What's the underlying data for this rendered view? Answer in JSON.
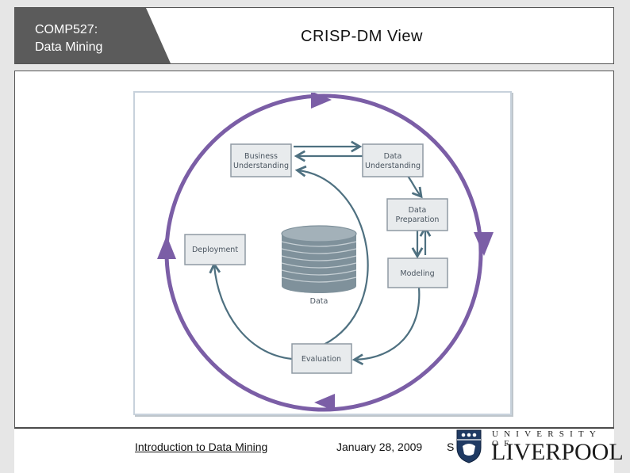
{
  "header": {
    "course_code": "COMP527:",
    "course_name": "Data Mining",
    "title": "CRISP-DM View"
  },
  "diagram": {
    "boxes": {
      "business": [
        "Business",
        "Understanding"
      ],
      "data_understanding": [
        "Data",
        "Understanding"
      ],
      "data_preparation": [
        "Data",
        "Preparation"
      ],
      "modeling": "Modeling",
      "evaluation": "Evaluation",
      "deployment": "Deployment"
    },
    "data_store_label": "Data"
  },
  "footer": {
    "link_text": "Introduction to Data Mining",
    "date": "January 28, 2009",
    "slide": "S",
    "university_top": "UNIVERSITY OF",
    "university_bottom": "LIVERPOOL"
  },
  "colors": {
    "cycle_arrow": "#7b5ea6",
    "flow_arrow": "#4e7080",
    "box_fill": "#e8ebed",
    "box_border": "#8f9aa4",
    "header_tab": "#5b5b5b"
  }
}
